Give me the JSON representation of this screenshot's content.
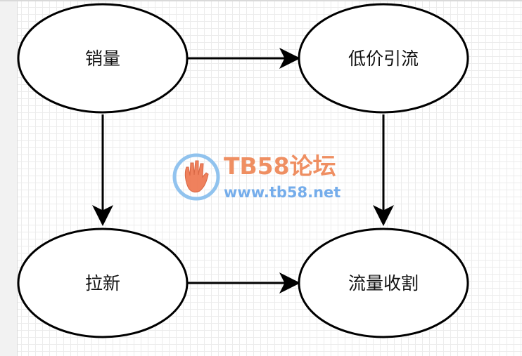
{
  "nodes": {
    "sales": "销量",
    "low_price_traffic": "低价引流",
    "acquire_new": "拉新",
    "traffic_harvest": "流量收割"
  },
  "watermark": {
    "title": "TB58论坛",
    "url": "www.tb58.net",
    "title_color": "#ef8a5a",
    "url_color": "#6ea9ea",
    "logo_icon": "hand-logo-icon"
  },
  "edges": [
    {
      "from": "sales",
      "to": "low_price_traffic"
    },
    {
      "from": "sales",
      "to": "acquire_new"
    },
    {
      "from": "low_price_traffic",
      "to": "traffic_harvest"
    },
    {
      "from": "acquire_new",
      "to": "traffic_harvest"
    }
  ]
}
